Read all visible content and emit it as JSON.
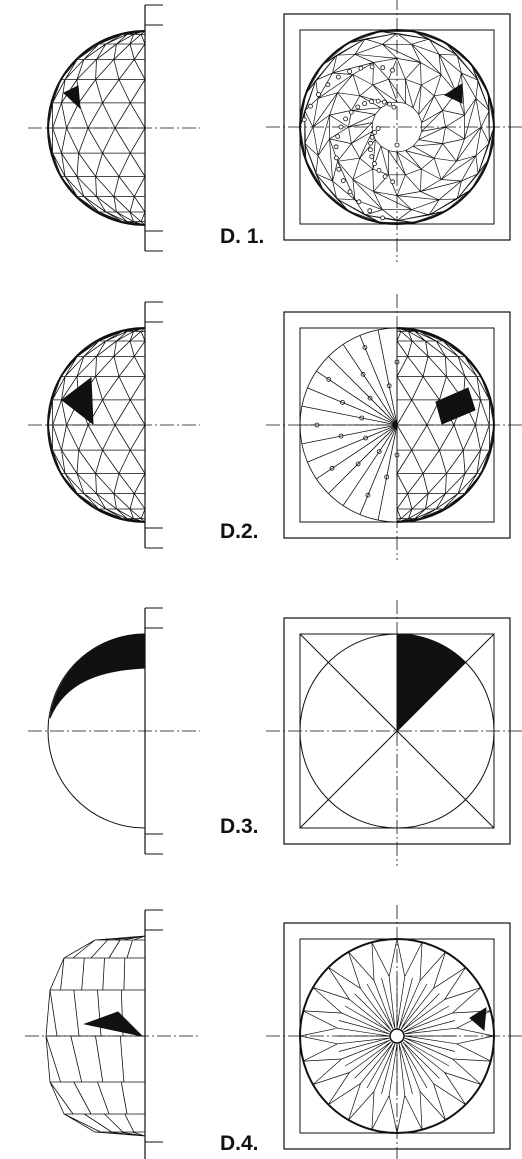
{
  "labels": [
    {
      "key": "d1",
      "text": "D. 1."
    },
    {
      "key": "d2",
      "text": "D.2."
    },
    {
      "key": "d3",
      "text": "D.3."
    },
    {
      "key": "d4",
      "text": "D.4."
    }
  ],
  "colors": {
    "ink": "#111111",
    "paper": "#ffffff"
  }
}
